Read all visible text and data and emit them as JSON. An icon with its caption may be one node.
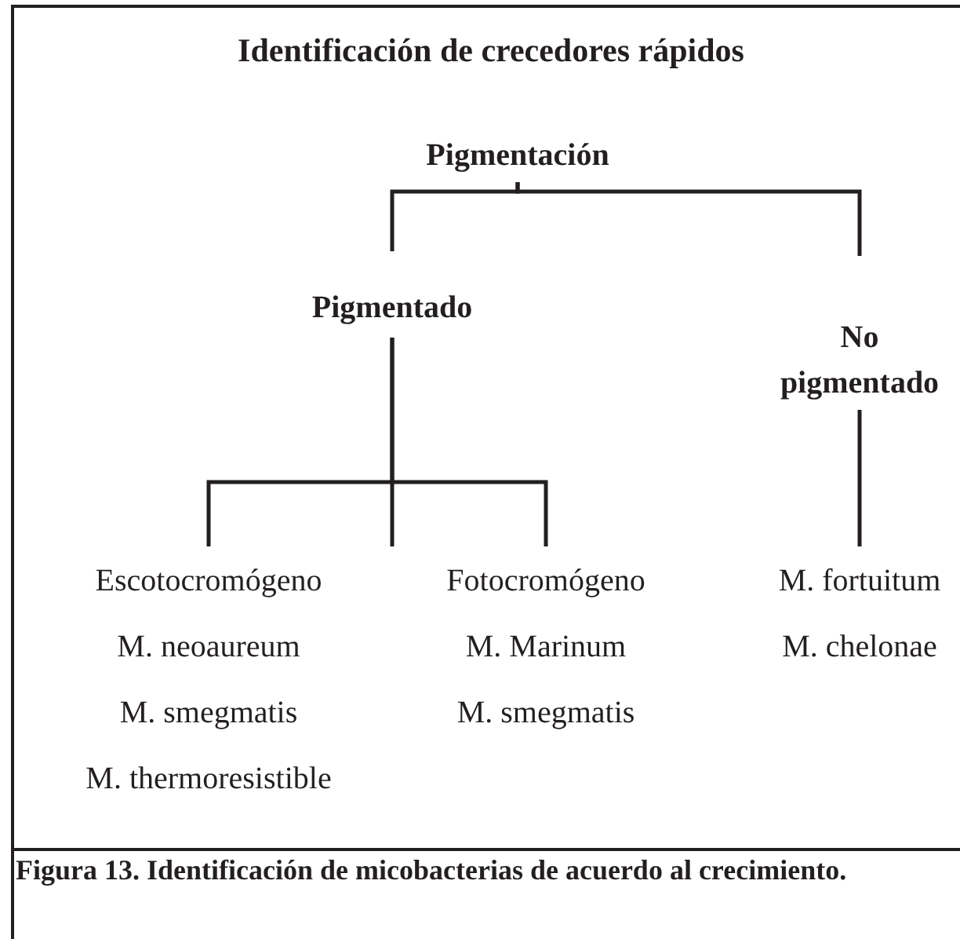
{
  "diagram": {
    "title": "Identificación de crecedores rápidos",
    "caption": "Figura 13. Identificación de micobacterias de acuerdo al crecimiento.",
    "nodes": [
      {
        "text": [
          "Pigmentación"
        ]
      },
      {
        "text": [
          "Pigmentado"
        ]
      },
      {
        "text": [
          "No pigmentado"
        ]
      },
      {
        "text": [
          "Escotocromógeno",
          "M. neoaureum",
          "M. smegmatis",
          "M. thermoresistible"
        ]
      },
      {
        "text": [
          "Fotocromógeno",
          "M. Marinum",
          "M. smegmatis"
        ]
      },
      {
        "text": [
          "M. fortuitum",
          "M. chelonae"
        ]
      }
    ],
    "edges": [
      {
        "from": 0,
        "to": 1,
        "arrow": "none"
      },
      {
        "from": 0,
        "to": 2,
        "arrow": "none"
      },
      {
        "from": 1,
        "to": 3,
        "arrow": "none"
      },
      {
        "from": 1,
        "to": 4,
        "arrow": "none"
      },
      {
        "from": 2,
        "to": 5,
        "arrow": "none"
      }
    ]
  }
}
